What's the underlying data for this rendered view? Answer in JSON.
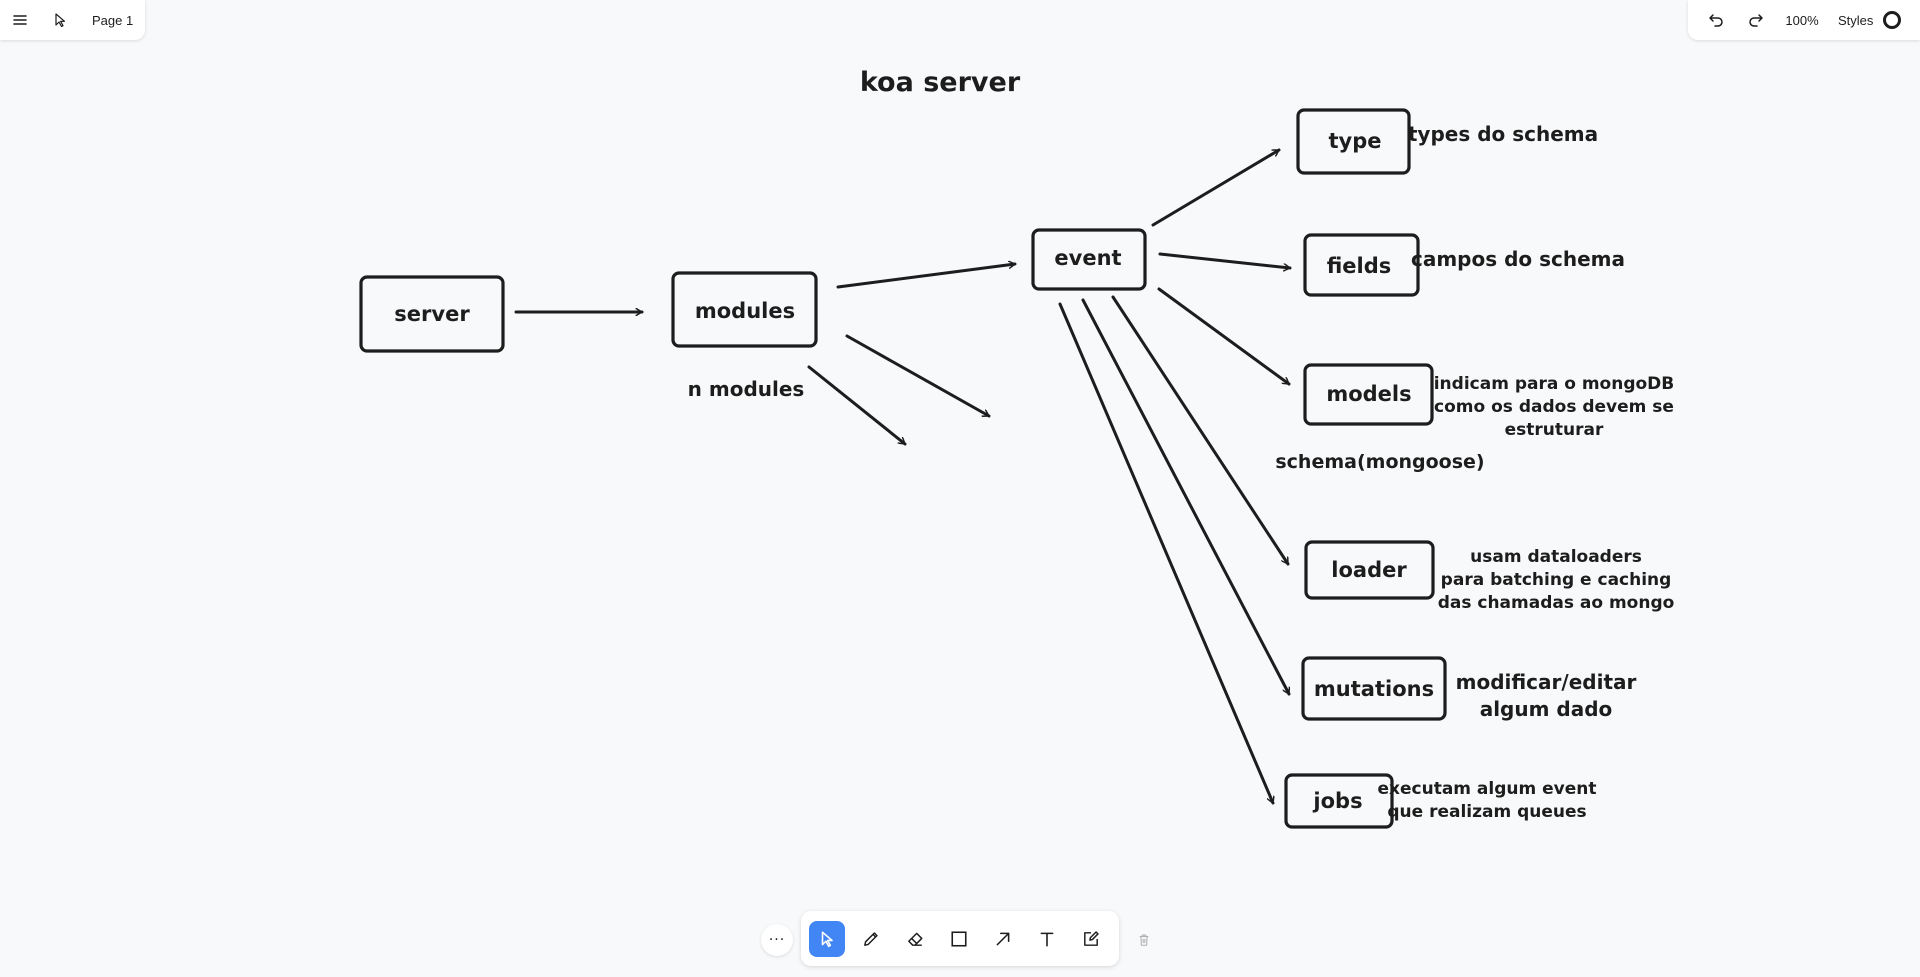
{
  "top_left": {
    "page_label": "Page 1",
    "icons": [
      "menu-icon",
      "cursor-icon"
    ]
  },
  "top_right": {
    "zoom": "100%",
    "styles_label": "Styles",
    "icons": [
      "undo-icon",
      "redo-icon",
      "circle-icon"
    ]
  },
  "canvas": {
    "title": "koa server",
    "nodes": {
      "server": "server",
      "modules": "modules",
      "event": "event",
      "type": "type",
      "fields": "fields",
      "models": "models",
      "loader": "loader",
      "mutations": "mutations",
      "jobs": "jobs"
    },
    "notes": {
      "n_modules": "n modules",
      "type_note": "types do schema",
      "fields_note": "campos do schema",
      "models_note": [
        "indicam para o mongoDB",
        "como os dados devem se",
        "estruturar"
      ],
      "schema_note": "schema(mongoose)",
      "loader_note": [
        "usam dataloaders",
        "para batching e caching",
        "das chamadas ao mongo"
      ],
      "mutations_note": [
        "modificar/editar",
        "algum dado"
      ],
      "jobs_note": [
        "executam algum event",
        "que realizam queues"
      ]
    }
  },
  "toolbar": {
    "more_label": "···",
    "tools": [
      "select-icon",
      "pencil-icon",
      "eraser-icon",
      "rectangle-icon",
      "arrow-icon",
      "text-icon",
      "note-icon"
    ],
    "active_tool": "select-icon",
    "trash_icon": "trash-icon",
    "active_color": "#4285f4"
  }
}
